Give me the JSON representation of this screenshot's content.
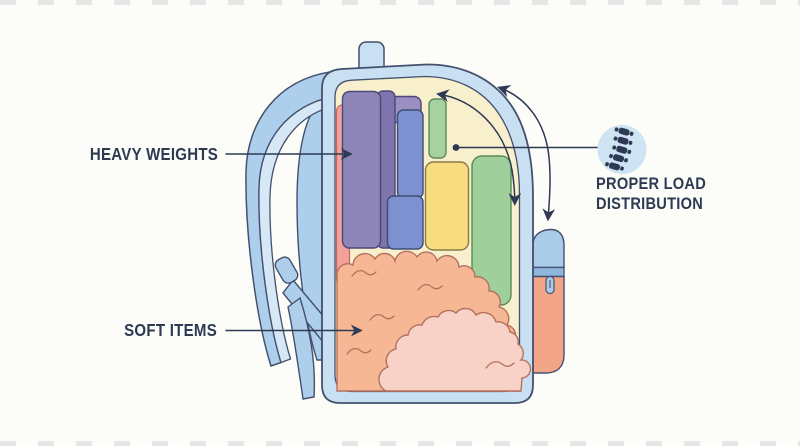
{
  "diagram": {
    "labels": {
      "heavy_weights": "HEAVY WEIGHTS",
      "soft_items": "SOFT ITEMS",
      "proper_load_line1": "PROPER LOAD",
      "proper_load_line2": "DISTRIBUTION"
    },
    "icons": {
      "spine": "spine-icon"
    },
    "colors": {
      "background": "#fcfcf8",
      "outline": "#44506e",
      "text": "#2d3a52",
      "bag_body": "#c9e0f3",
      "bag_interior": "#f8efcd",
      "strap": "#aecfeb",
      "strap_light": "#d6e8f6",
      "back_pad": "#f2a29b",
      "block_purple": "#8e86b9",
      "block_purple_dark": "#7e74ae",
      "block_lavender": "#9a8fc0",
      "block_blue": "#7d90cf",
      "block_green_small": "#a5d29f",
      "block_green_tall": "#9fcf9b",
      "block_yellow": "#f7dd80",
      "cloud_orange": "#f6b795",
      "cloud_pink": "#f8d2c6",
      "cloud_outline": "#b5715f",
      "pocket_flap": "#a9cde9",
      "pocket_band": "#8fb8dd",
      "pocket_body": "#f2a687",
      "spine_circle": "#cfe4f2"
    }
  }
}
